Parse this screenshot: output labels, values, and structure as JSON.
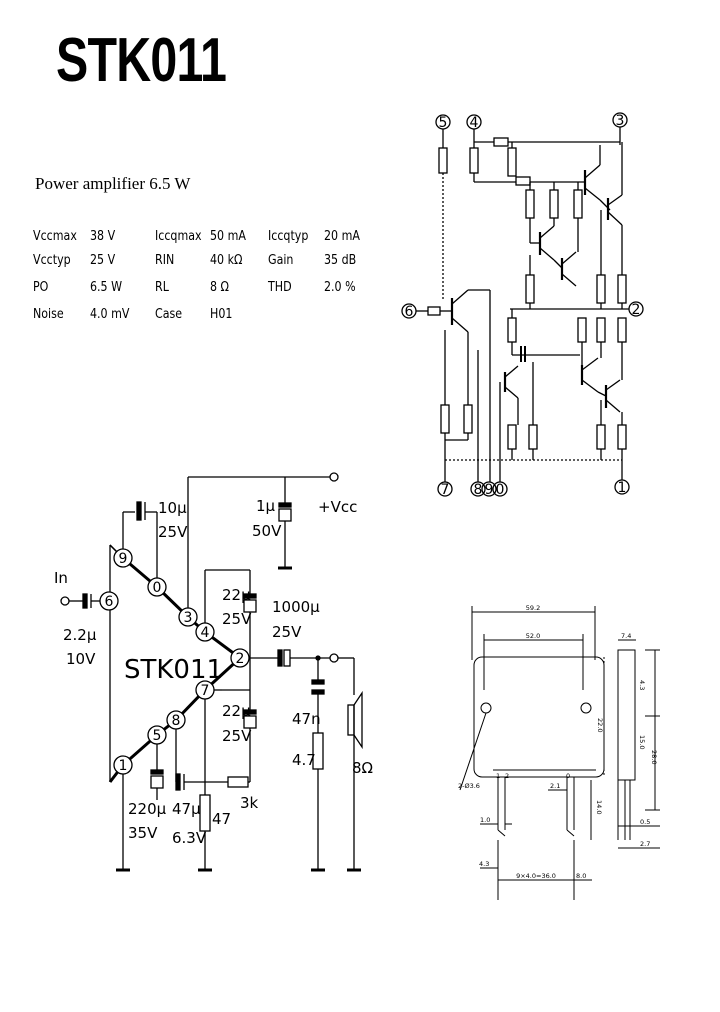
{
  "header": {
    "title": "STK011",
    "subtitle": "Power amplifier 6.5 W"
  },
  "specs": [
    {
      "label": "Vccmax",
      "value": "38 V"
    },
    {
      "label": "Vcctyp",
      "value": "25 V"
    },
    {
      "label": "PO",
      "value": "6.5 W"
    },
    {
      "label": "Noise",
      "value": "4.0 mV"
    },
    {
      "label": "Iccqmax",
      "value": "50 mA"
    },
    {
      "label": "RIN",
      "value": "40 kΩ"
    },
    {
      "label": "RL",
      "value": "8 Ω"
    },
    {
      "label": "Case",
      "value": "H01"
    },
    {
      "label": "Iccqtyp",
      "value": "20 mA"
    },
    {
      "label": "Gain",
      "value": "35 dB"
    },
    {
      "label": "THD",
      "value": "2.0 %"
    }
  ],
  "internal_schematic": {
    "pins": [
      "5",
      "4",
      "3",
      "6",
      "2",
      "7",
      "8",
      "9",
      "0",
      "1"
    ]
  },
  "application_circuit": {
    "ic_label": "STK011",
    "input_label": "In",
    "vcc_label": "+Vcc",
    "pins": [
      "9",
      "0",
      "3",
      "4",
      "2",
      "6",
      "7",
      "8",
      "5",
      "1"
    ],
    "components": {
      "c_in": "2.2µ",
      "c_in_v": "10V",
      "c_top": "10µ",
      "c_top_v": "25V",
      "c_vcc": "1µ",
      "c_vcc_v": "50V",
      "c_boot": "22µ",
      "c_boot_v": "25V",
      "c_out": "1000µ",
      "c_out_v": "25V",
      "c_fb": "22µ",
      "c_fb_v": "25V",
      "c_zobel": "47n",
      "r_zobel": "4.7",
      "speaker": "8Ω",
      "c_gnd": "220µ",
      "c_gnd_v": "35V",
      "c_dec": "47µ",
      "c_dec_v": "6.3V",
      "r_gnd": "47",
      "r_fb": "3k"
    }
  },
  "package_drawing": {
    "dims": {
      "overall_width": "59.2",
      "hole_pitch": "52.0",
      "height_left": "22.0",
      "side_top": "7.4",
      "side_a": "4.3",
      "side_b": "15.0",
      "side_c": "28.0",
      "side_d": "0.5",
      "side_e": "2.7",
      "hole_dia": "2-Ø3.6",
      "pin_pitch": "2.1",
      "lead_len": "14.0",
      "pin_w": "1.0",
      "left_off": "4.3",
      "pin_span": "9×4.0=36.0",
      "right_off": "8.0"
    },
    "pin_labels": [
      "1",
      "2",
      "0"
    ]
  }
}
